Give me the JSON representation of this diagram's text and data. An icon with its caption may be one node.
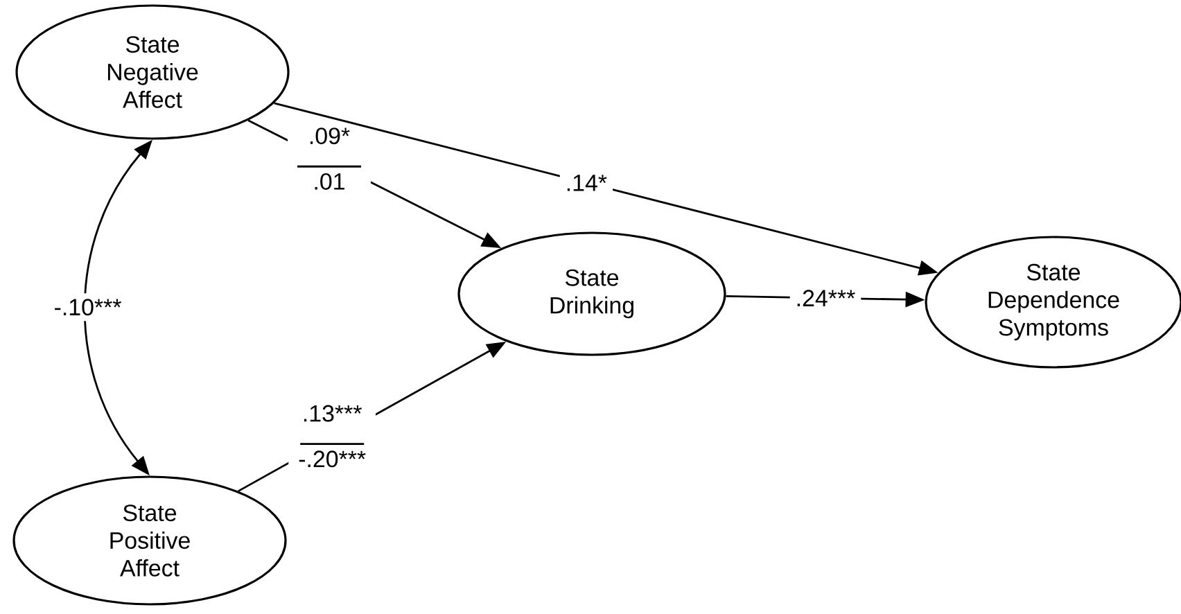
{
  "diagram": {
    "nodes": [
      {
        "text": [
          "State Negative Affect"
        ]
      },
      {
        "text": [
          "State Positive Affect"
        ]
      },
      {
        "text": [
          "State Drinking"
        ]
      },
      {
        "text": [
          "State Dependence Symptoms"
        ]
      }
    ],
    "edges": [
      {
        "from": 0,
        "to": 2,
        "arrow": "to",
        "label": ".09*"
      },
      {
        "from": 1,
        "to": 2,
        "arrow": "to",
        "label": ".13***"
      },
      {
        "from": 0,
        "to": 3,
        "arrow": "to",
        "label": ".14*"
      },
      {
        "from": 2,
        "to": 3,
        "arrow": "to",
        "label": ".24***"
      },
      {
        "from": 0,
        "to": 1,
        "arrow": "both",
        "label": "-.10***"
      }
    ],
    "labels": [
      ".01",
      "-.20***"
    ]
  }
}
